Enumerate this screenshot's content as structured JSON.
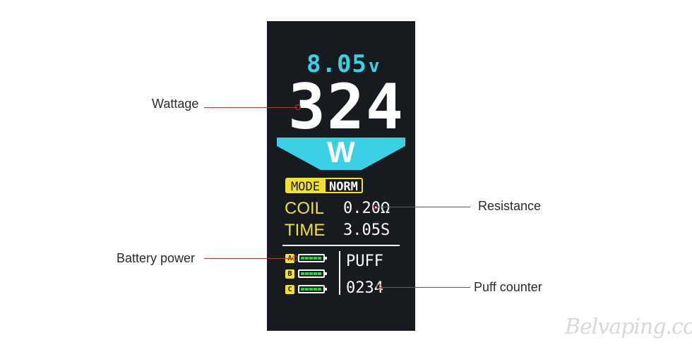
{
  "display": {
    "voltage": "8.05",
    "voltage_unit": "v",
    "wattage": "324",
    "wattage_unit": "W",
    "mode_label": "MODE",
    "mode_value": "NORM",
    "coil_label": "COIL",
    "coil_value": "0.20Ω",
    "time_label": "TIME",
    "time_value": "3.05S",
    "batteries": [
      {
        "tag": "A",
        "level": 1.0
      },
      {
        "tag": "B",
        "level": 1.0
      },
      {
        "tag": "C",
        "level": 1.0
      }
    ],
    "puff_label": "PUFF",
    "puff_value": "0234"
  },
  "callouts": {
    "wattage": "Wattage",
    "resistance": "Resistance",
    "battery_power": "Battery power",
    "puff_counter": "Puff counter"
  },
  "watermark": "Belvaping.com",
  "colors": {
    "screen_bg": "#171a1f",
    "voltage": "#3ad0e6",
    "banner": "#3ad0e6",
    "label_yellow": "#f2e135",
    "battery_green": "#35c94a",
    "leader_line": "#b83a33"
  }
}
